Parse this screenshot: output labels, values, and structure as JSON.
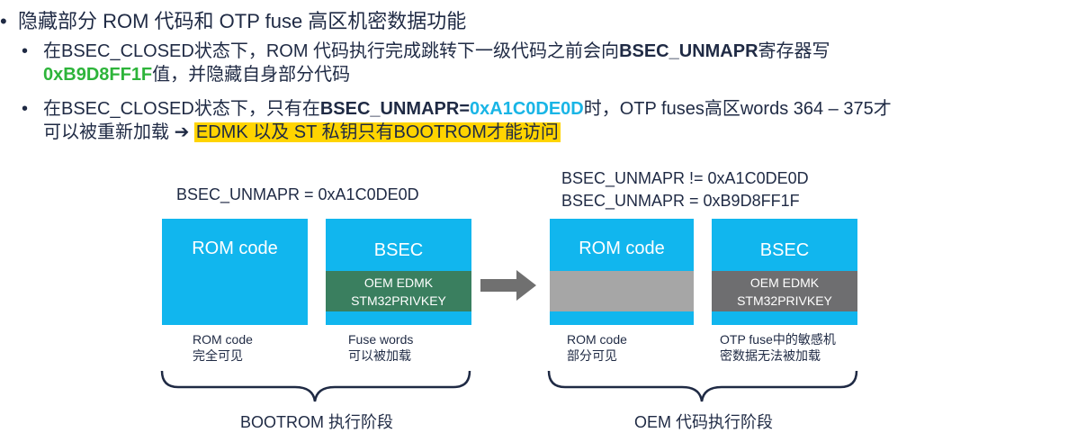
{
  "title": "隐藏部分 ROM 代码和 OTP fuse 高区机密数据功能",
  "bullet1": {
    "t1": "在BSEC_CLOSED状态下，ROM 代码执行完成跳转下一级代码之前会向",
    "t2": "BSEC_UNMAPR",
    "t3": "寄存器写",
    "t4": "0xB9D8FF1F",
    "t5": "值，并隐藏自身部分代码"
  },
  "bullet2": {
    "t1": "在BSEC_CLOSED状态下，只有在",
    "t2": "BSEC_UNMAPR",
    "t3": "=",
    "t4": "0xA1C0DE0D",
    "t5": "时，OTP fuses高区words 364 – 375才",
    "t6": "可以被重新加载 ",
    "arrow": "➔",
    "t7": "EDMK 以及 ST 私钥只有BOOTROM才能访问"
  },
  "diagram": {
    "left": {
      "header": "BSEC_UNMAPR = 0xA1C0DE0D",
      "rom_label": "ROM code",
      "bsec_label": "BSEC",
      "inner1": "OEM EDMK",
      "inner2": "STM32PRIVKEY",
      "cap_rom1": "ROM code",
      "cap_rom2": "完全可见",
      "cap_bsec1": "Fuse words",
      "cap_bsec2": "可以被加载",
      "phase": "BOOTROM 执行阶段"
    },
    "right": {
      "header1": "BSEC_UNMAPR != 0xA1C0DE0D",
      "header2": "BSEC_UNMAPR = 0xB9D8FF1F",
      "rom_label": "ROM code",
      "bsec_label": "BSEC",
      "inner1": "OEM EDMK",
      "inner2": "STM32PRIVKEY",
      "cap_rom1": "ROM code",
      "cap_rom2": "部分可见",
      "cap_bsec1": "OTP fuse中的敏感机",
      "cap_bsec2": "密数据无法被加载",
      "phase": "OEM 代码执行阶段"
    }
  },
  "colors": {
    "blue": "#11b6ee",
    "green_box": "#3a7f5f",
    "gray_box": "#a6a6a6",
    "dark_gray_box": "#6e6e70",
    "arrow": "#707070",
    "highlight": "#ffd400"
  }
}
